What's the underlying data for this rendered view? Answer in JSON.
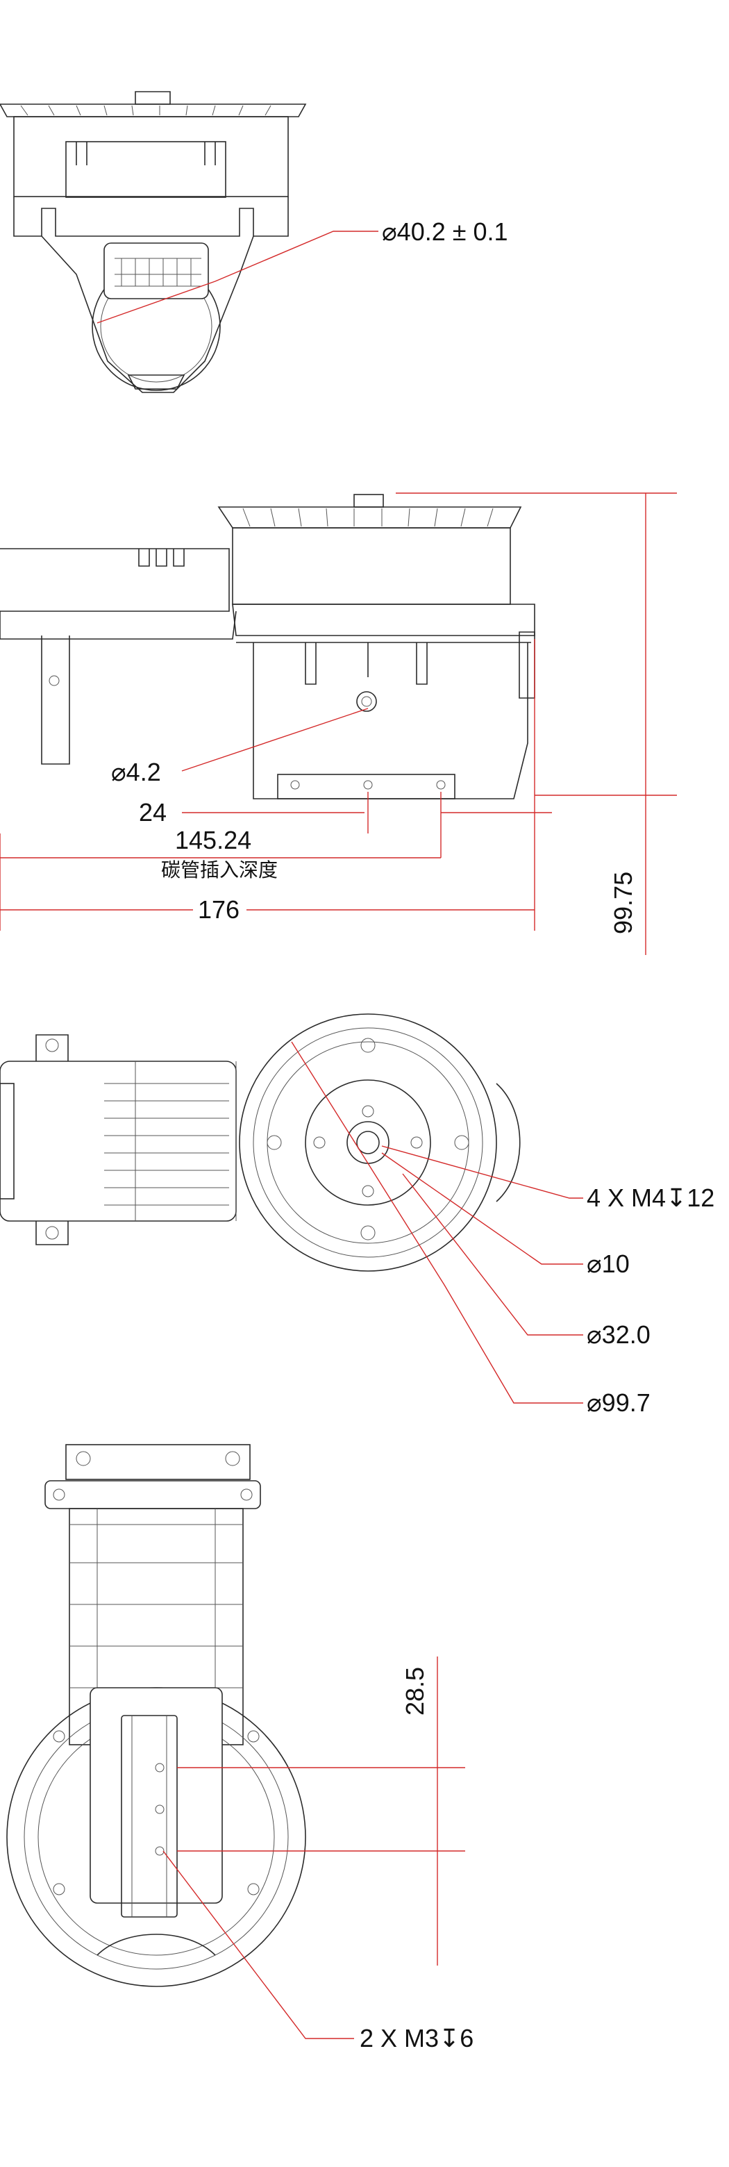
{
  "views": {
    "end": {
      "dim_bore": "⌀40.2 ± 0.1"
    },
    "side": {
      "dim_hole": "⌀4.2",
      "dim_spacing": "24",
      "dim_insert": "145.24",
      "insert_caption": "碳管插入深度",
      "dim_length": "176",
      "dim_height": "99.75"
    },
    "top": {
      "dim_screws": "4 X M4↧12",
      "dim_center": "⌀10",
      "dim_pcd": "⌀32.0",
      "dim_outer": "⌀99.7"
    },
    "bottom": {
      "dim_pitch": "28.5",
      "dim_screws": "2 X M3↧6"
    }
  },
  "colors": {
    "dimension": "#d42a2a",
    "outline": "#2b2b2b"
  }
}
